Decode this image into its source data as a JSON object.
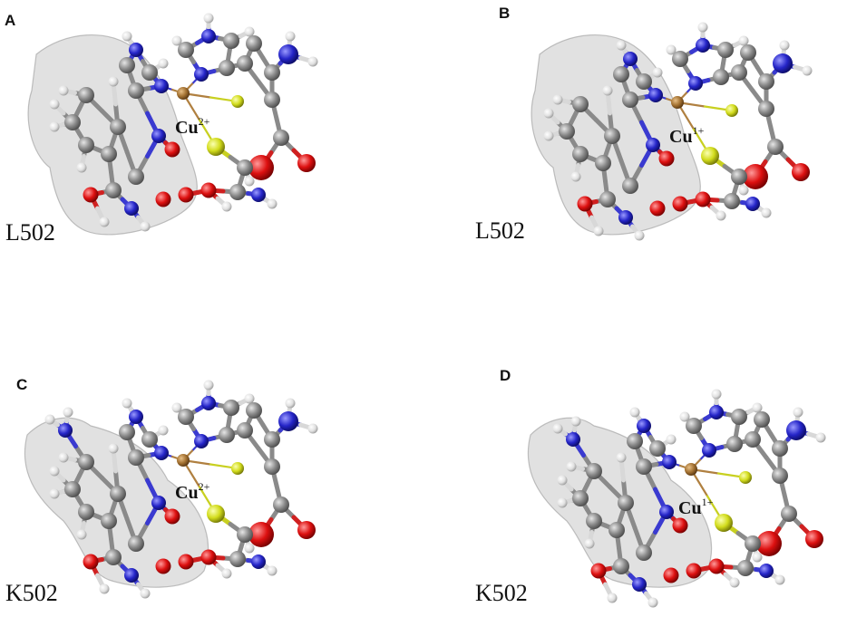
{
  "panels": [
    {
      "letter": "A",
      "residue": "L502",
      "metal": "Cu",
      "charge": "2+"
    },
    {
      "letter": "B",
      "residue": "L502",
      "metal": "Cu",
      "charge": "1+"
    },
    {
      "letter": "C",
      "residue": "K502",
      "metal": "Cu",
      "charge": "2+"
    },
    {
      "letter": "D",
      "residue": "K502",
      "metal": "Cu",
      "charge": "1+"
    }
  ],
  "atom_colors": {
    "carbon": "#8c8c8c",
    "hydrogen": "#f2f2f2",
    "nitrogen": "#2b2bd6",
    "oxygen": "#e01010",
    "sulfur": "#d8e020",
    "copper": "#a87a3a",
    "surface": "#c8c8c8"
  }
}
